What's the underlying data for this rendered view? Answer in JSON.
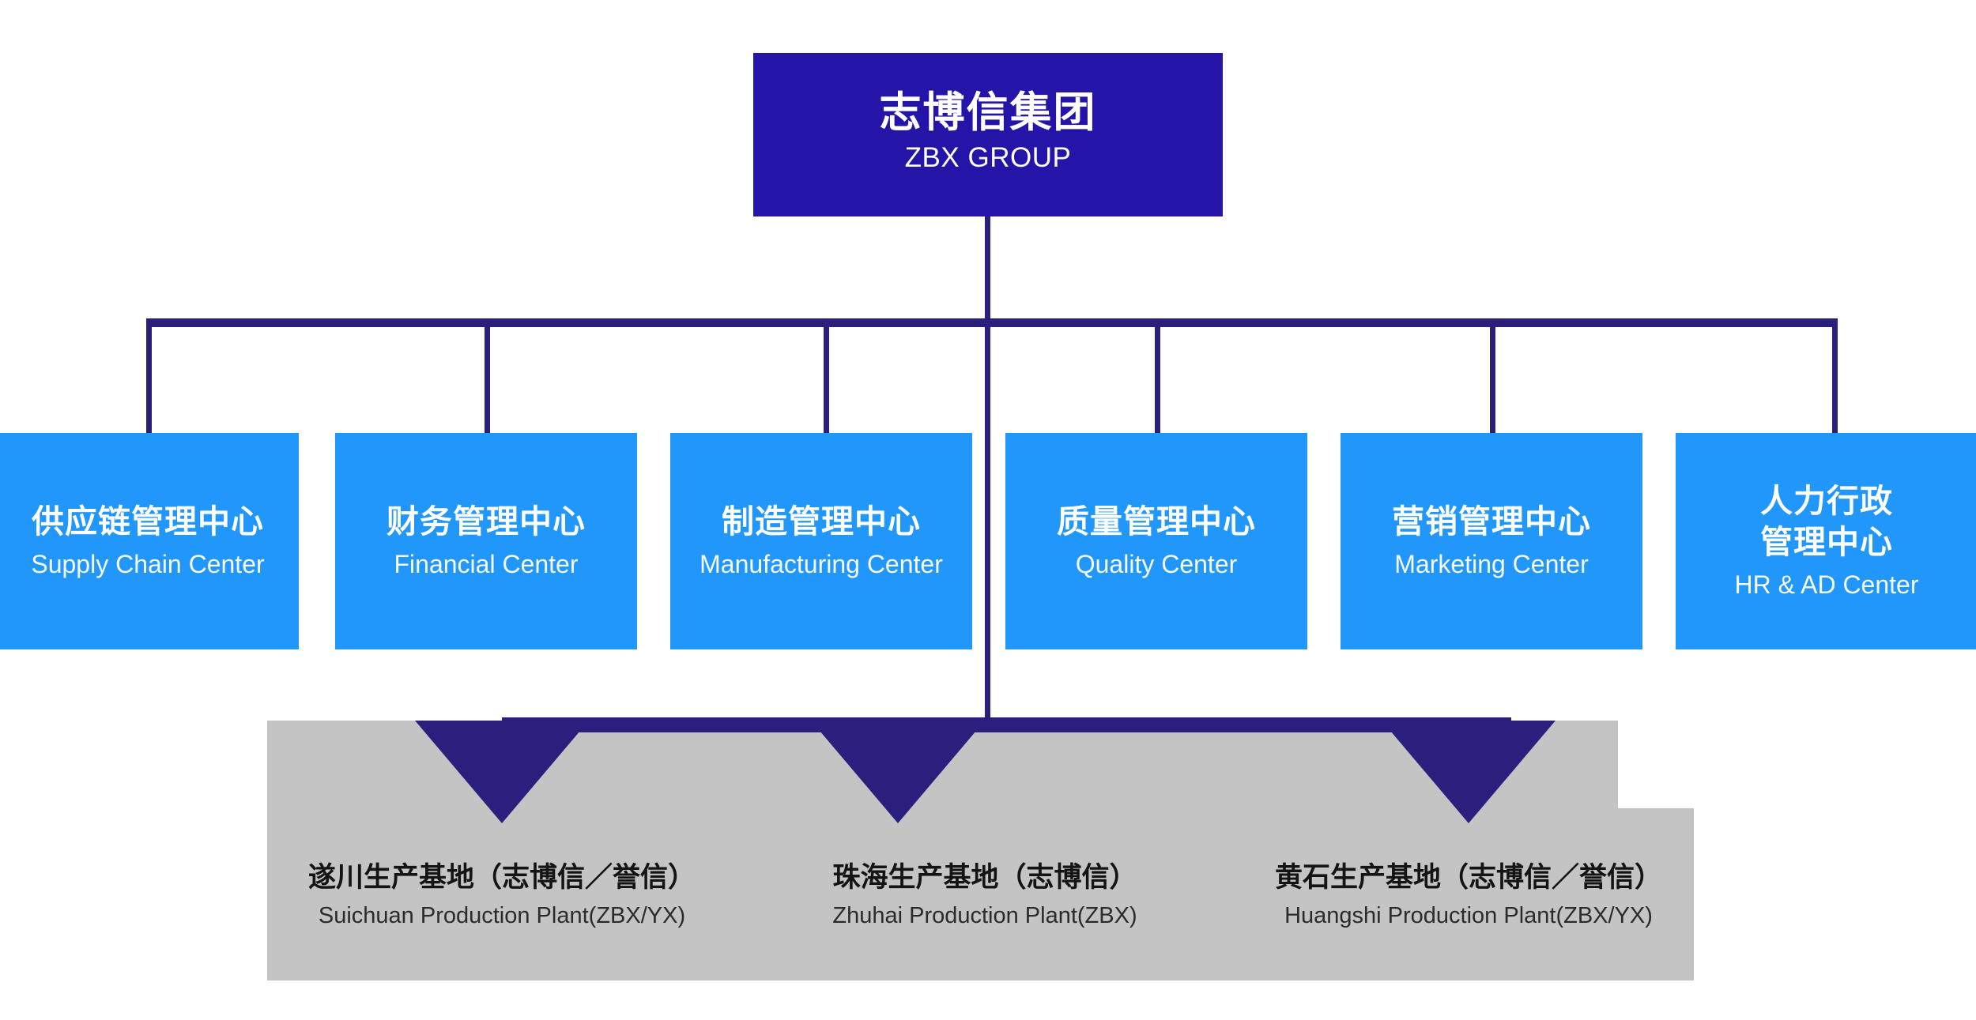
{
  "chart_data": {
    "type": "diagram",
    "title": "ZBX GROUP Organizational Structure",
    "levels": 3
  },
  "root": {
    "cn": "志博信集团",
    "en": "ZBX GROUP",
    "color": "#2415A8"
  },
  "departments": {
    "color": "#2196FB",
    "items": [
      {
        "cn": "供应链管理中心",
        "en": "Supply Chain\nCenter"
      },
      {
        "cn": "财务管理中心",
        "en": "Financial Center"
      },
      {
        "cn": "制造管理中心",
        "en": "Manufacturing\nCenter"
      },
      {
        "cn": "质量管理中心",
        "en": "Quality Center"
      },
      {
        "cn": "营销管理中心",
        "en": "Marketing Center"
      },
      {
        "cn": "人力行政\n管理中心",
        "en": "HR & AD Center"
      }
    ]
  },
  "plants": {
    "band_color": "#C4C4C4",
    "connector_color": "#2B1F7E",
    "items": [
      {
        "cn": "遂川生产基地（志博信／誉信）",
        "en": "Suichuan Production Plant(ZBX/YX)"
      },
      {
        "cn": "珠海生产基地（志博信）",
        "en": "Zhuhai Production Plant(ZBX)"
      },
      {
        "cn": "黄石生产基地（志博信／誉信）",
        "en": "Huangshi Production Plant(ZBX/YX)"
      }
    ]
  }
}
